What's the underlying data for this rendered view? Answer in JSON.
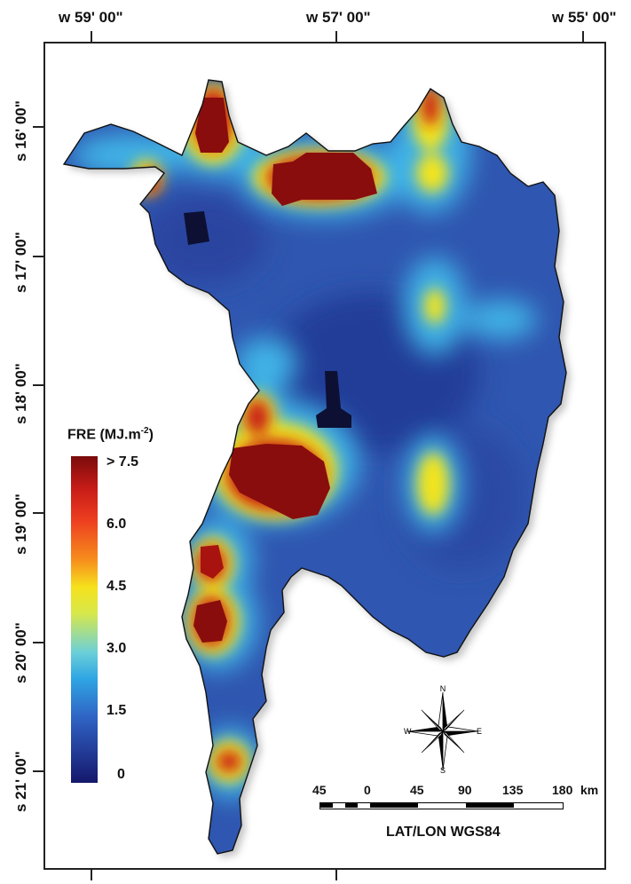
{
  "longitude_labels": [
    "w 59' 00\"",
    "w 57' 00\"",
    "w 55' 00\""
  ],
  "latitude_labels": [
    "s 16' 00\"",
    "s 17' 00\"",
    "s 18' 00\"",
    "s 19' 00\"",
    "s 20' 00\"",
    "s 21' 00\""
  ],
  "legend": {
    "title_prefix": "FRE (MJ.m",
    "title_sup": "-2",
    "title_suffix": ")",
    "ticks": [
      "> 7.5",
      "6.0",
      "4.5",
      "3.0",
      "1.5",
      "0"
    ],
    "colors": [
      "#7a0b0b",
      "#c81c18",
      "#ee4020",
      "#f7901d",
      "#f6e11c",
      "#6cd0d8",
      "#2fa6e4",
      "#2f63c4",
      "#14186b"
    ]
  },
  "compass": {
    "n": "N",
    "s": "S",
    "e": "E",
    "w": "W"
  },
  "scale_bar": {
    "ticks": [
      "45",
      "0",
      "45",
      "90",
      "135",
      "180"
    ],
    "unit": "km"
  },
  "datum": "LAT/LON WGS84",
  "map_colors": {
    "background": "#2f4fa8",
    "low": "#1d2f80",
    "medium": "#33a7dd",
    "high_yellow": "#f2e21d",
    "very_high": "#8a0d0d",
    "outline": "#111111"
  }
}
